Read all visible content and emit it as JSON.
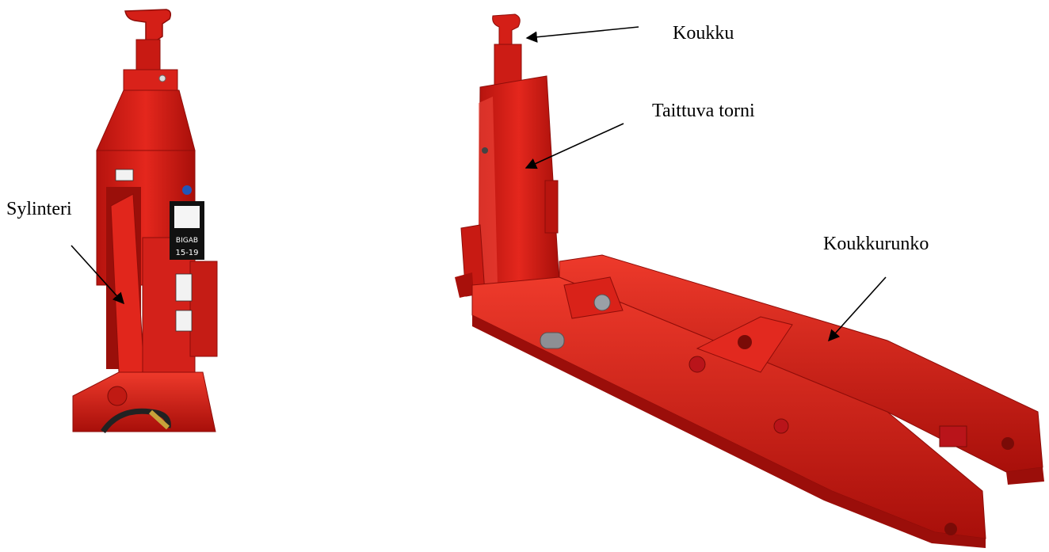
{
  "labels": {
    "hook": "Koukku",
    "tower": "Taittuva torni",
    "frame": "Koukkurunko",
    "cylinder": "Sylinteri"
  },
  "decals": {
    "brand": "BIGAB",
    "model": "15-19"
  },
  "colors": {
    "metal_red": "#e0221a",
    "metal_dark": "#a5100b",
    "metal_light": "#f25a45",
    "arrow": "#000000"
  }
}
